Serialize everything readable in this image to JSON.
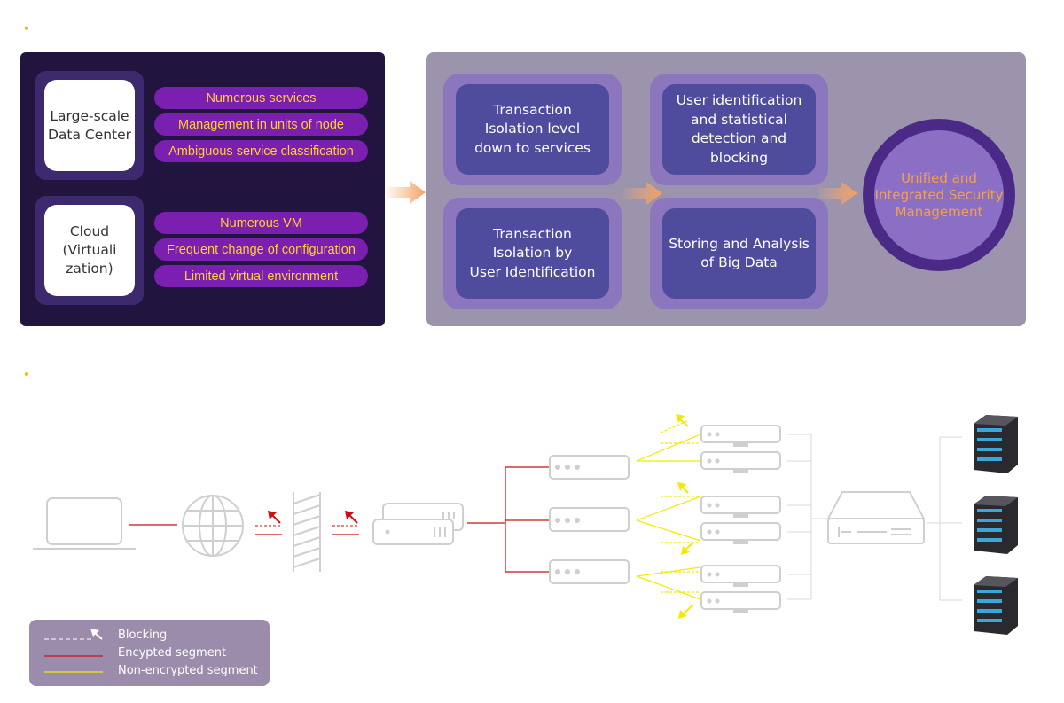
{
  "colors": {
    "dark_panel": "#21153f",
    "group_bg": "#3d2a6e",
    "pill_bg": "#7a1fb0",
    "pill_text": "#ffd02e",
    "gray_panel": "#9c93ad",
    "card_outer": "#8c76bd",
    "card_inner": "#4f4c9e",
    "circle_ring": "#4a2a86",
    "circle_text": "#f5a04a",
    "arrow": "#f5b07a",
    "encrypted": "#cc1111",
    "non_encrypted": "#f2ea00",
    "device_outline": "#cfcfcf",
    "legend_bg": "#9c8cab"
  },
  "left_panel": {
    "groups": [
      {
        "title": "Large-scale\nData Center",
        "issues": [
          "Numerous services",
          "Management in units of node",
          "Ambiguous service classification"
        ]
      },
      {
        "title": "Cloud\n(Virtuali\nzation)",
        "issues": [
          "Numerous VM",
          "Frequent change of configuration",
          "Limited virtual environment"
        ]
      }
    ]
  },
  "right_panel": {
    "cards": [
      "Transaction\nIsolation level\ndown to services",
      "Transaction\nIsolation by\nUser Identification",
      "User identification\nand statistical\ndetection and\nblocking",
      "Storing and Analysis\nof Big Data"
    ],
    "result": "Unified and\nIntegrated Security\nManagement"
  },
  "network": {
    "icons": [
      "laptop-icon",
      "globe-icon",
      "firewall-icon",
      "server-stack-icon",
      "router-icon",
      "storage-icon",
      "database-server-icon"
    ]
  },
  "legend": {
    "blocking": "Blocking",
    "encrypted": "Encypted segment",
    "non_encrypted": "Non-encrypted segment"
  }
}
